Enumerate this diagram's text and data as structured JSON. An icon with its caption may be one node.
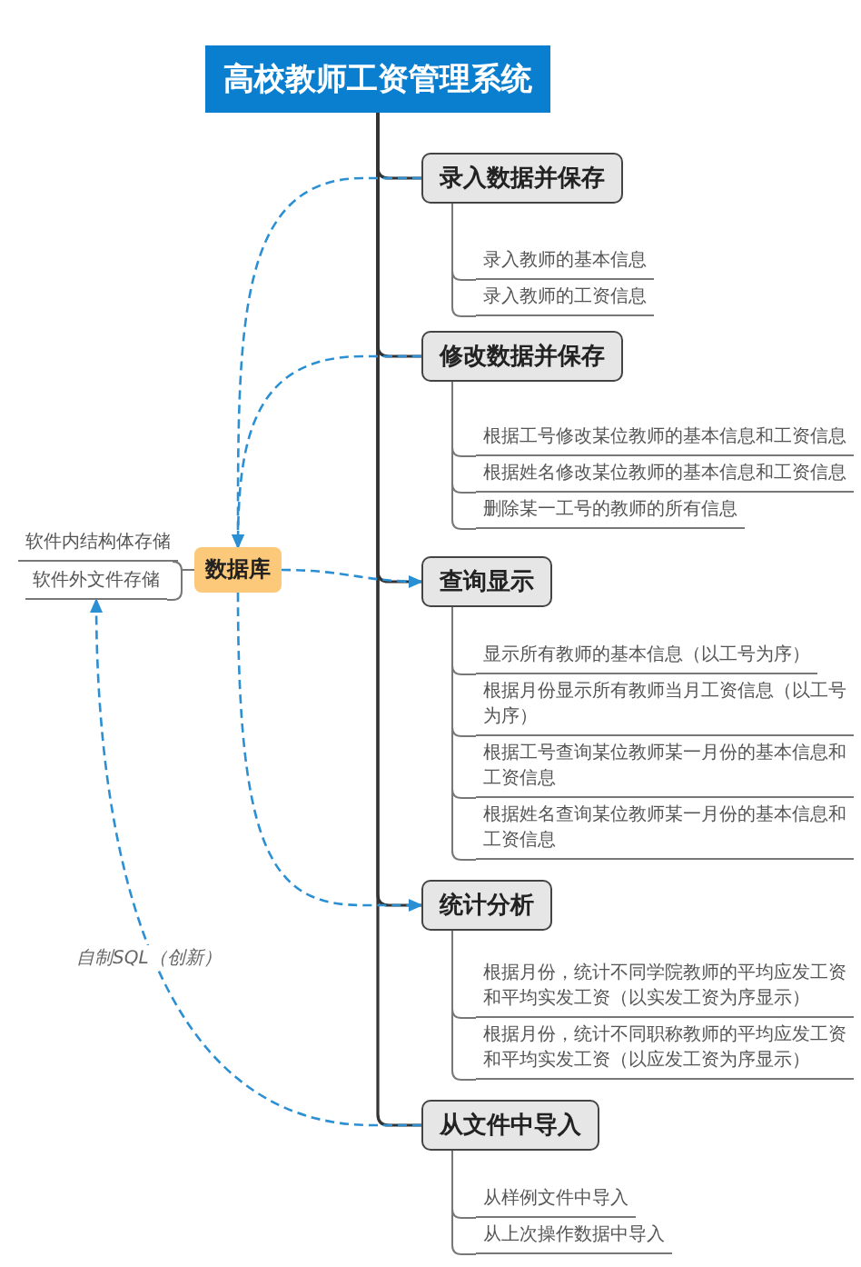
{
  "diagram": {
    "nodes": [
      {
        "text": [
          "高校教师工资管理系统"
        ]
      },
      {
        "text": [
          "录入数据并保存"
        ]
      },
      {
        "text": [
          "录入教师的基本信息"
        ]
      },
      {
        "text": [
          "录入教师的工资信息"
        ]
      },
      {
        "text": [
          "修改数据并保存"
        ]
      },
      {
        "text": [
          "根据工号修改某位教师的基本信息和工资信息"
        ]
      },
      {
        "text": [
          "根据姓名修改某位教师的基本信息和工资信息"
        ]
      },
      {
        "text": [
          "删除某一工号的教师的所有信息"
        ]
      },
      {
        "text": [
          "软件内结构体存储"
        ]
      },
      {
        "text": [
          "软件外文件存储"
        ]
      },
      {
        "text": [
          "数据库"
        ]
      },
      {
        "text": [
          "查询显示"
        ]
      },
      {
        "text": [
          "显示所有教师的基本信息（以工号为序）"
        ]
      },
      {
        "text": [
          "根据月份显示所有教师当月工资信息（以工号为序）"
        ]
      },
      {
        "text": [
          "根据工号查询某位教师某一月份的基本信息和工资信息"
        ]
      },
      {
        "text": [
          "根据姓名查询某位教师某一月份的基本信息和工资信息"
        ]
      },
      {
        "text": [
          "统计分析"
        ]
      },
      {
        "text": [
          "根据月份，统计不同学院教师的平均应发工资和平均实发工资（以实发工资为序显示）"
        ]
      },
      {
        "text": [
          "根据月份，统计不同职称教师的平均应发工资和平均实发工资（以应发工资为序显示）"
        ]
      },
      {
        "text": [
          "从文件中导入"
        ]
      },
      {
        "text": [
          "从样例文件中导入"
        ]
      },
      {
        "text": [
          "从上次操作数据中导入"
        ]
      }
    ],
    "edges": [
      {
        "from": 0,
        "to": 1,
        "arrow": "none"
      },
      {
        "from": 0,
        "to": 4,
        "arrow": "none"
      },
      {
        "from": 0,
        "to": 11,
        "arrow": "none"
      },
      {
        "from": 0,
        "to": 16,
        "arrow": "none"
      },
      {
        "from": 0,
        "to": 19,
        "arrow": "none"
      },
      {
        "from": 1,
        "to": 2,
        "arrow": "none"
      },
      {
        "from": 1,
        "to": 3,
        "arrow": "none"
      },
      {
        "from": 4,
        "to": 5,
        "arrow": "none"
      },
      {
        "from": 4,
        "to": 6,
        "arrow": "none"
      },
      {
        "from": 4,
        "to": 7,
        "arrow": "none"
      },
      {
        "from": 10,
        "to": 8,
        "arrow": "none"
      },
      {
        "from": 10,
        "to": 9,
        "arrow": "none"
      },
      {
        "from": 11,
        "to": 12,
        "arrow": "none"
      },
      {
        "from": 11,
        "to": 13,
        "arrow": "none"
      },
      {
        "from": 11,
        "to": 14,
        "arrow": "none"
      },
      {
        "from": 11,
        "to": 15,
        "arrow": "none"
      },
      {
        "from": 16,
        "to": 17,
        "arrow": "none"
      },
      {
        "from": 16,
        "to": 18,
        "arrow": "none"
      },
      {
        "from": 19,
        "to": 20,
        "arrow": "none"
      },
      {
        "from": 19,
        "to": 21,
        "arrow": "none"
      },
      {
        "from": 1,
        "to": 10,
        "arrow": "to",
        "style": "dashed",
        "color": "#2b8fd4"
      },
      {
        "from": 4,
        "to": 10,
        "arrow": "to",
        "style": "dashed",
        "color": "#2b8fd4"
      },
      {
        "from": 10,
        "to": 11,
        "arrow": "to",
        "style": "dashed",
        "color": "#2b8fd4"
      },
      {
        "from": 10,
        "to": 16,
        "arrow": "to",
        "style": "dashed",
        "color": "#2b8fd4"
      },
      {
        "from": 19,
        "to": 9,
        "arrow": "to",
        "label": "自制SQL（创新）",
        "style": "dashed",
        "color": "#2b8fd4"
      }
    ]
  }
}
